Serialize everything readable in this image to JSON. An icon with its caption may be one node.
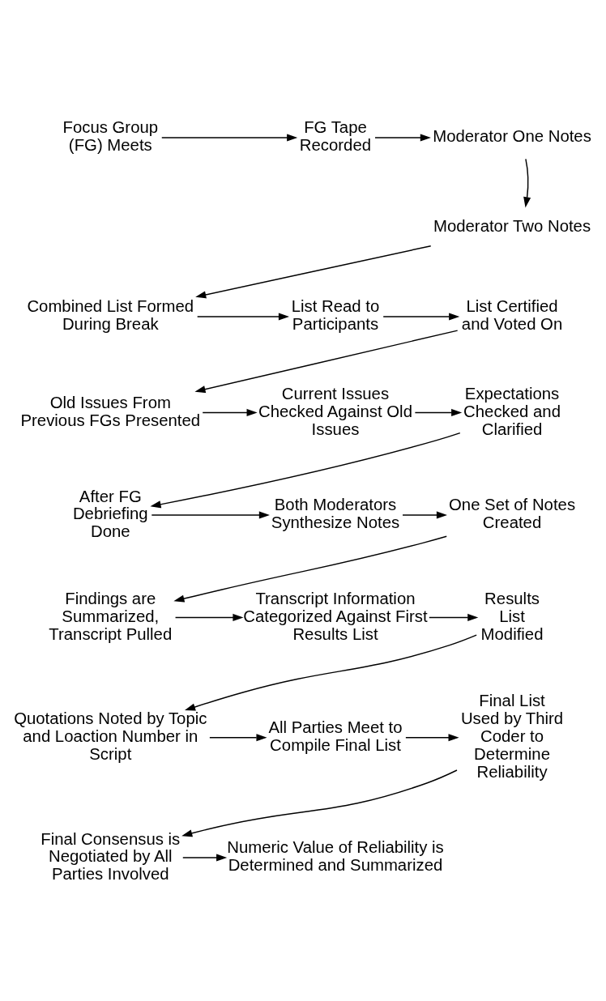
{
  "diagram": {
    "nodes": [
      {
        "text": [
          "Focus Group (FG) Meets"
        ]
      },
      {
        "text": [
          "FG Tape Recorded"
        ]
      },
      {
        "text": [
          "Moderator One Notes"
        ]
      },
      {
        "text": [
          "Moderator Two Notes"
        ]
      },
      {
        "text": [
          "Combined List Formed During Break"
        ]
      },
      {
        "text": [
          "List Read to Participants"
        ]
      },
      {
        "text": [
          "List Certified and Voted On"
        ]
      },
      {
        "text": [
          "Old Issues From Previous FGs Presented"
        ]
      },
      {
        "text": [
          "Current Issues Checked Against Old Issues"
        ]
      },
      {
        "text": [
          "Expectations Checked and Clarified"
        ]
      },
      {
        "text": [
          "After FG Debriefing Done"
        ]
      },
      {
        "text": [
          "Both Moderators Synthesize Notes"
        ]
      },
      {
        "text": [
          "One Set of Notes Created"
        ]
      },
      {
        "text": [
          "Findings are Summarized, Transcript Pulled"
        ]
      },
      {
        "text": [
          "Transcript Information Categorized Against First Results List"
        ]
      },
      {
        "text": [
          "Results List Modified"
        ]
      },
      {
        "text": [
          "Quotations Noted by Topic and Loaction Number in Script"
        ]
      },
      {
        "text": [
          "All Parties Meet to Compile Final List"
        ]
      },
      {
        "text": [
          "Final List Used by Third Coder to Determine Reliability"
        ]
      },
      {
        "text": [
          "Final Consensus is Negotiated by All Parties Involved"
        ]
      },
      {
        "text": [
          "Numeric Value of Reliability is Determined and Summarized"
        ]
      }
    ],
    "edges": [
      {
        "from": 0,
        "to": 1,
        "arrow": "to"
      },
      {
        "from": 1,
        "to": 2,
        "arrow": "to"
      },
      {
        "from": 2,
        "to": 3,
        "arrow": "to"
      },
      {
        "from": 3,
        "to": 4,
        "arrow": "to"
      },
      {
        "from": 4,
        "to": 5,
        "arrow": "to"
      },
      {
        "from": 5,
        "to": 6,
        "arrow": "to"
      },
      {
        "from": 6,
        "to": 7,
        "arrow": "to"
      },
      {
        "from": 7,
        "to": 8,
        "arrow": "to"
      },
      {
        "from": 8,
        "to": 9,
        "arrow": "to"
      },
      {
        "from": 9,
        "to": 10,
        "arrow": "to"
      },
      {
        "from": 10,
        "to": 11,
        "arrow": "to"
      },
      {
        "from": 11,
        "to": 12,
        "arrow": "to"
      },
      {
        "from": 12,
        "to": 13,
        "arrow": "to"
      },
      {
        "from": 13,
        "to": 14,
        "arrow": "to"
      },
      {
        "from": 14,
        "to": 15,
        "arrow": "to"
      },
      {
        "from": 15,
        "to": 16,
        "arrow": "to"
      },
      {
        "from": 16,
        "to": 17,
        "arrow": "to"
      },
      {
        "from": 17,
        "to": 18,
        "arrow": "to"
      },
      {
        "from": 18,
        "to": 19,
        "arrow": "to"
      },
      {
        "from": 19,
        "to": 20,
        "arrow": "to"
      }
    ]
  }
}
